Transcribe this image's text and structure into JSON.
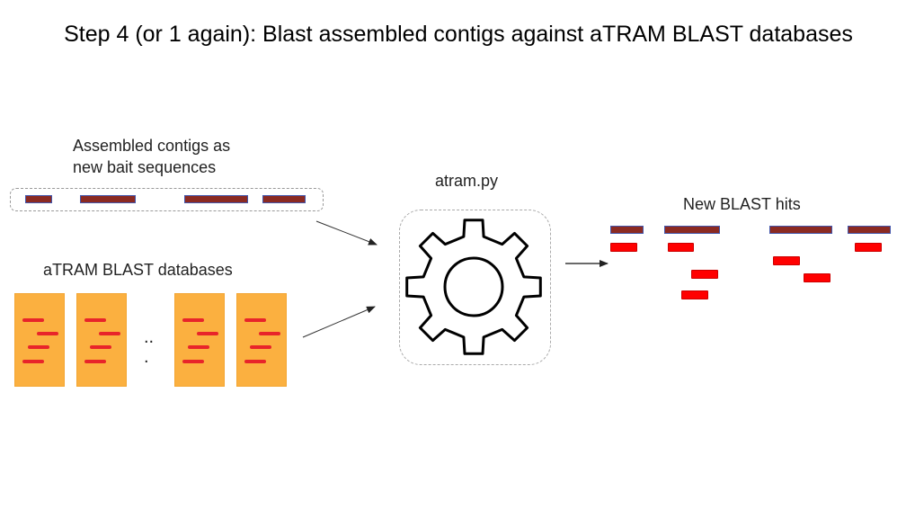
{
  "title": "Step 4 (or 1 again): Blast assembled contigs against aTRAM BLAST databases",
  "labels": {
    "contigs_line1": "Assembled contigs as",
    "contigs_line2": "new bait sequences",
    "databases": "aTRAM BLAST databases",
    "program": "atram.py",
    "hits": "New BLAST hits"
  },
  "dots_line1": "..",
  "dots_line2": ".",
  "colors": {
    "contig": "#8b2a22",
    "hit": "#ff0000",
    "database": "#fbb040",
    "database_line": "#e8242a"
  },
  "icons": [
    "gear-icon",
    "arrow-icon"
  ]
}
